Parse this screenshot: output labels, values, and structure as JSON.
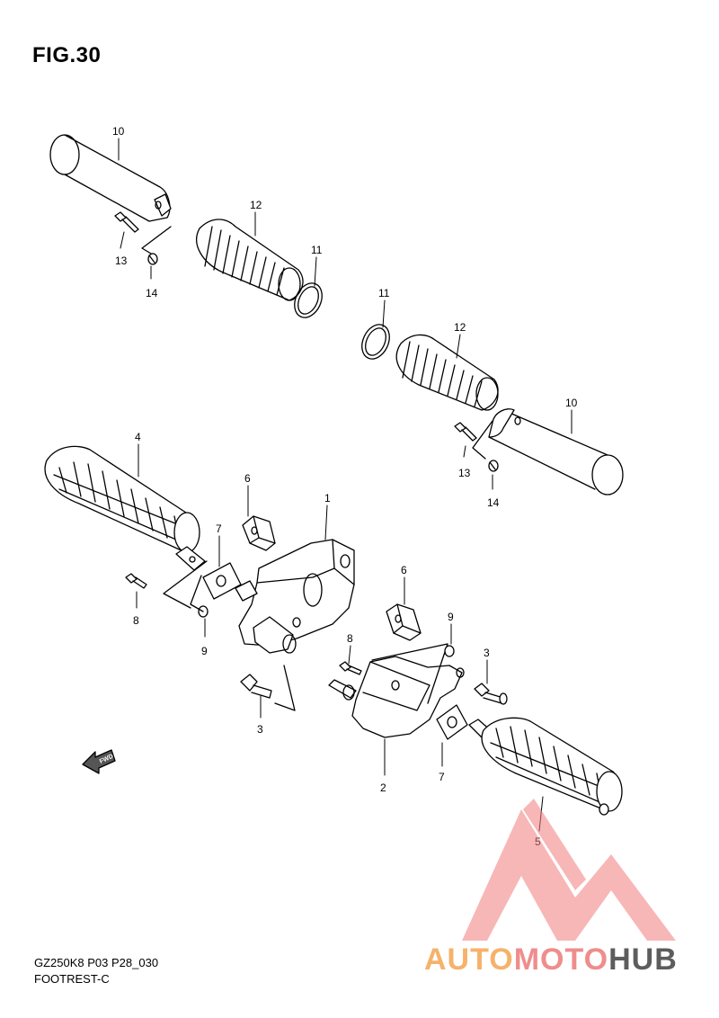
{
  "figure": {
    "title": "FIG.30"
  },
  "callouts": {
    "c10a": "10",
    "c12a": "12",
    "c11a": "11",
    "c13a": "13",
    "c14a": "14",
    "c11b": "11",
    "c12b": "12",
    "c10b": "10",
    "c13b": "13",
    "c14b": "14",
    "c4": "4",
    "c6a": "6",
    "c1": "1",
    "c7a": "7",
    "c8a": "8",
    "c9a": "9",
    "c3a": "3",
    "c6b": "6",
    "c9b": "9",
    "c8b": "8",
    "c3b": "3",
    "c7b": "7",
    "c2": "2",
    "c5": "5"
  },
  "fwd_label": "FWD",
  "footer": {
    "model_code": "GZ250K8 P03 P28_030",
    "section_name": "FOOTREST-C"
  },
  "watermark": {
    "part1": "AUTO",
    "part2": "MOTO",
    "part3": "HUB",
    "colors": [
      "#f6b26b",
      "#ef8d8d",
      "#5d5d5d"
    ]
  }
}
